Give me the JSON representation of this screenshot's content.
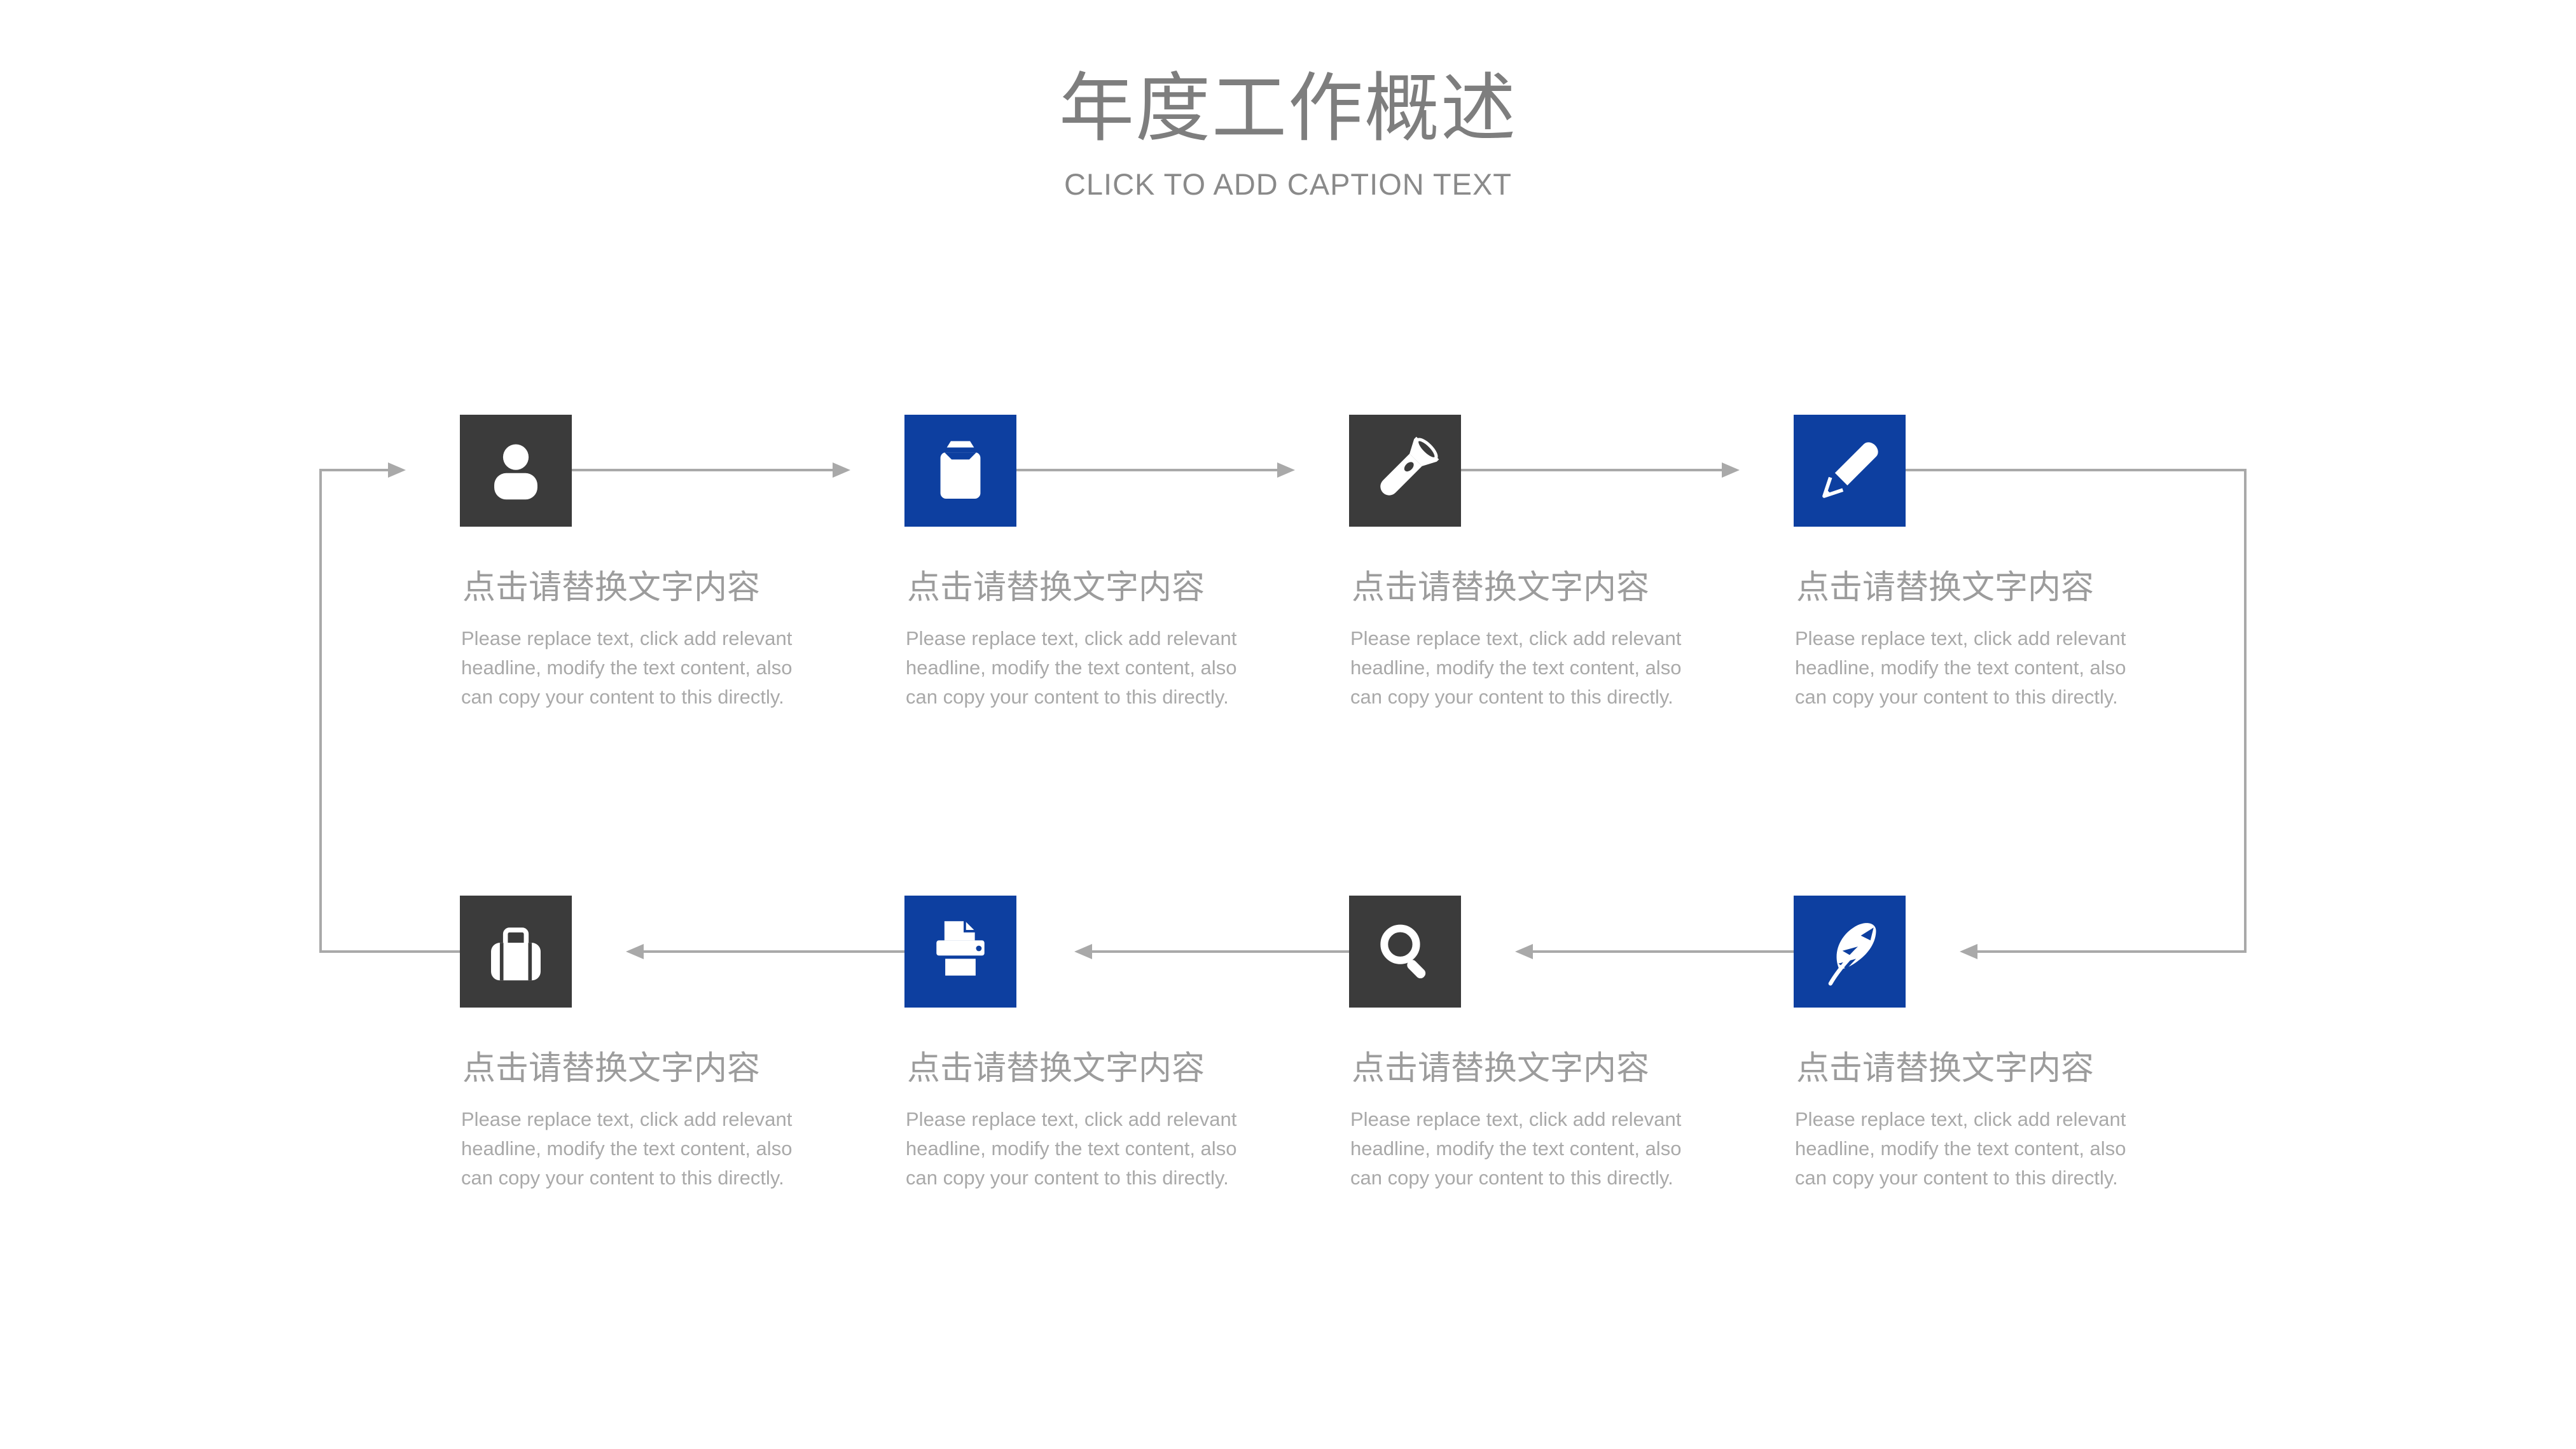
{
  "header": {
    "title": "年度工作概述",
    "subtitle": "CLICK TO ADD CAPTION TEXT"
  },
  "cards": [
    {
      "icon": "person-icon",
      "style": "dark",
      "heading": "点击请替换文字内容",
      "body_lines": [
        "Please replace text, click add relevant",
        "headline, modify the text content, also",
        "can copy your content to this directly."
      ]
    },
    {
      "icon": "clipboard-icon",
      "style": "blue",
      "heading": "点击请替换文字内容",
      "body_lines": [
        "Please replace text, click add relevant",
        "headline, modify the text content, also",
        "can copy your content to this directly."
      ]
    },
    {
      "icon": "flashlight-icon",
      "style": "dark",
      "heading": "点击请替换文字内容",
      "body_lines": [
        "Please replace text, click add relevant",
        "headline, modify the text content, also",
        "can copy your content to this directly."
      ]
    },
    {
      "icon": "pencil-icon",
      "style": "blue",
      "heading": "点击请替换文字内容",
      "body_lines": [
        "Please replace text, click add relevant",
        "headline, modify the text content, also",
        "can copy your content to this directly."
      ]
    },
    {
      "icon": "briefcase-icon",
      "style": "dark",
      "heading": "点击请替换文字内容",
      "body_lines": [
        "Please replace text, click add relevant",
        "headline, modify the text content, also",
        "can copy your content to this directly."
      ]
    },
    {
      "icon": "printer-icon",
      "style": "blue",
      "heading": "点击请替换文字内容",
      "body_lines": [
        "Please replace text, click add relevant",
        "headline, modify the text content, also",
        "can copy your content to this directly."
      ]
    },
    {
      "icon": "search-icon",
      "style": "dark",
      "heading": "点击请替换文字内容",
      "body_lines": [
        "Please replace text, click add relevant",
        "headline, modify the text content, also",
        "can copy your content to this directly."
      ]
    },
    {
      "icon": "feather-icon",
      "style": "blue",
      "heading": "点击请替换文字内容",
      "body_lines": [
        "Please replace text, click add relevant",
        "headline, modify the text content, also",
        "can copy your content to this directly."
      ]
    }
  ],
  "colors": {
    "dark_square": "#3b3b3b",
    "blue_square": "#0d3fa0",
    "arrow": "#a9a9a9",
    "title_text": "#7e7e7e",
    "subtitle_text": "#8a8a8a",
    "heading_text": "#9c9c9c",
    "body_text": "#a9a9a9",
    "background": "#ffffff"
  }
}
